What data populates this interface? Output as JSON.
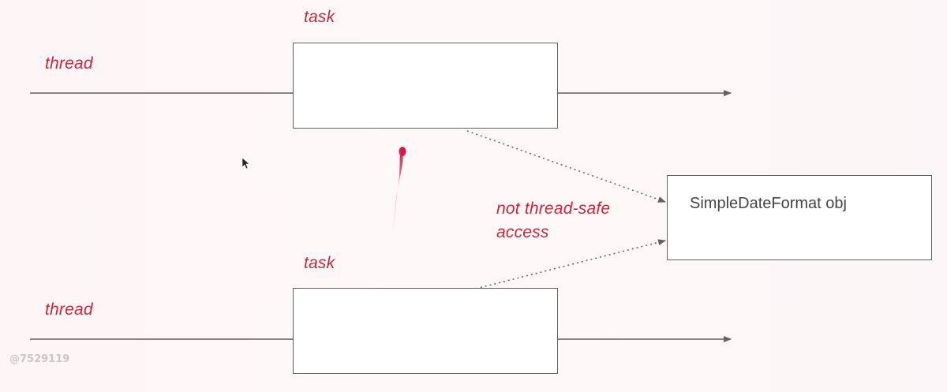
{
  "diagram": {
    "labels": {
      "thread_top": "thread",
      "task_top": "task",
      "thread_bottom": "thread",
      "task_bottom": "task",
      "annotation_line1": "not thread-safe",
      "annotation_line2": "access",
      "shared_object": "SimpleDateFormat obj"
    },
    "colors": {
      "accent_red": "#c8283c",
      "line_gray": "#616161",
      "background": "#fbf7f8"
    },
    "watermark": "@7529119"
  }
}
